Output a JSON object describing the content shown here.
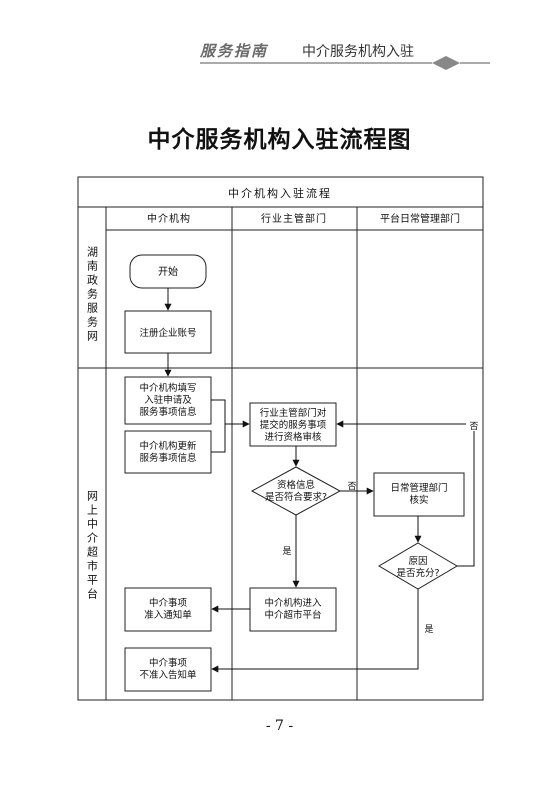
{
  "header": {
    "guide_label": "服务指南",
    "section_label": "中介服务机构入驻"
  },
  "page_title": "中介服务机构入驻流程图",
  "flowchart": {
    "title": "中介机构入驻流程",
    "columns": [
      "中介机构",
      "行业主管部门",
      "平台日常管理部门"
    ],
    "lanes": [
      "湖南政务服务网",
      "网上中介超市平台"
    ],
    "nodes": {
      "start": "开始",
      "register": [
        "注册企业账号"
      ],
      "fill_info": [
        "中介机构填写",
        "入驻申请及",
        "服务事项信息"
      ],
      "update_info": [
        "中介机构更新",
        "服务事项信息"
      ],
      "review": [
        "行业主管部门对",
        "提交的服务事项",
        "进行资格审核"
      ],
      "qualified": [
        "资格信息",
        "是否符合要求?"
      ],
      "verify": [
        "日常管理部门",
        "核实"
      ],
      "reason": [
        "原因",
        "是否充分?"
      ],
      "enter_market": [
        "中介机构进入",
        "中介超市平台"
      ],
      "admit_notice": [
        "中介事项",
        "准入通知单"
      ],
      "reject_notice": [
        "中介事项",
        "不准入告知单"
      ]
    },
    "edge_labels": {
      "no_review": "否",
      "no_qualified": "否",
      "yes_qualified": "是",
      "yes_reason": "是"
    }
  },
  "page_number": "- 7 -"
}
